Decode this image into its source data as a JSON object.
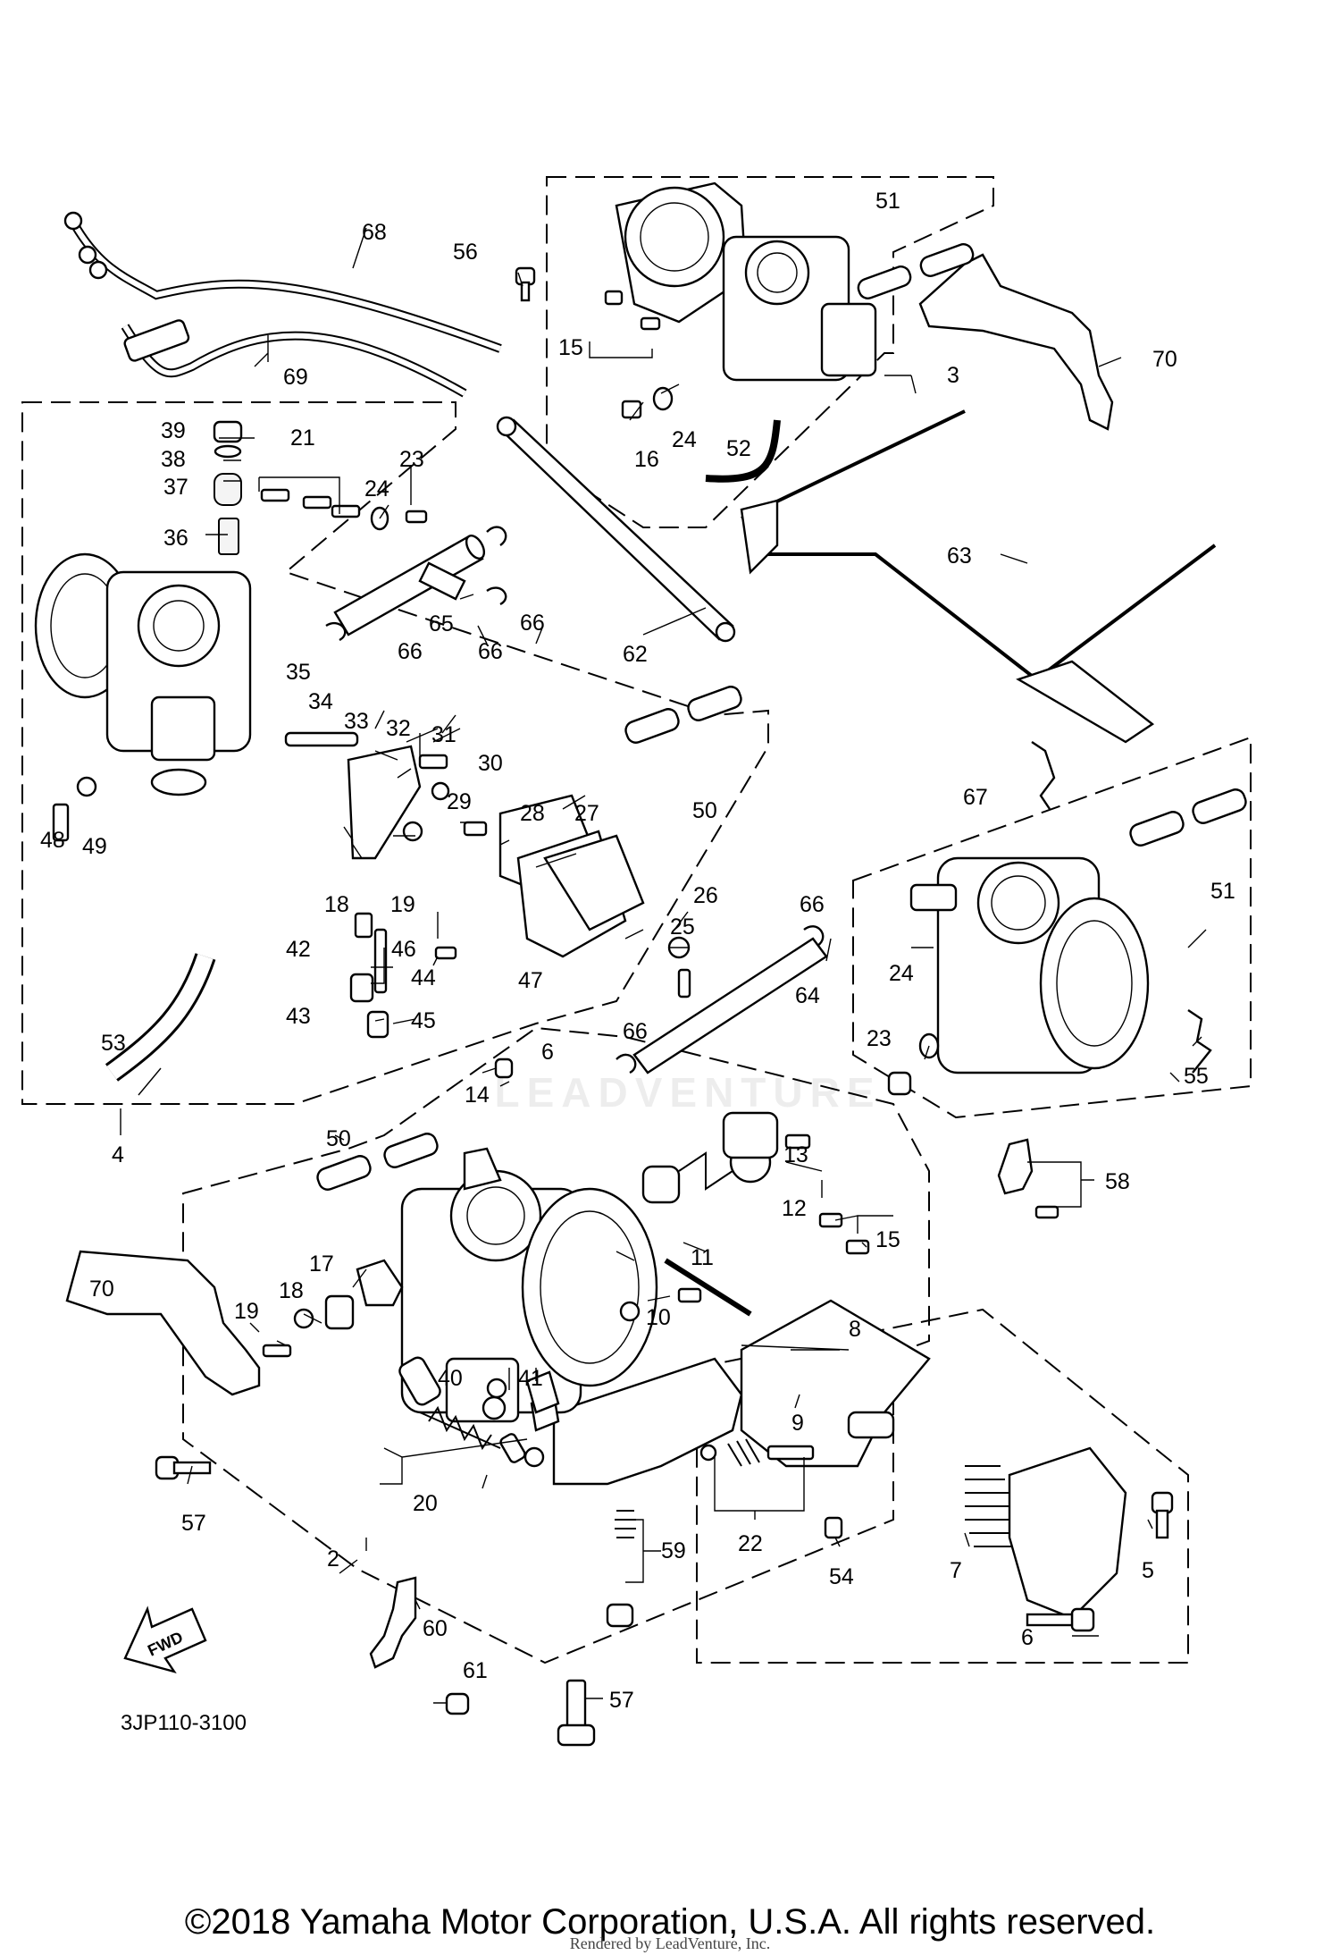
{
  "diagram_code": "3JP110-3100",
  "fwd_label": "FWD",
  "copyright": "©2018 Yamaha Motor Corporation, U.S.A. All rights reserved.",
  "rendered_by": "Rendered by LeadVenture, Inc.",
  "watermark": "LEADVENTURE",
  "callouts": [
    {
      "id": "c1",
      "text": "2"
    },
    {
      "id": "c2",
      "text": "3"
    },
    {
      "id": "c3",
      "text": "4"
    },
    {
      "id": "c4",
      "text": "5"
    },
    {
      "id": "c5",
      "text": "6"
    },
    {
      "id": "c6",
      "text": "6"
    },
    {
      "id": "c7",
      "text": "7"
    },
    {
      "id": "c8",
      "text": "8"
    },
    {
      "id": "c9",
      "text": "9"
    },
    {
      "id": "c10",
      "text": "10"
    },
    {
      "id": "c11",
      "text": "11"
    },
    {
      "id": "c12",
      "text": "12"
    },
    {
      "id": "c13",
      "text": "13"
    },
    {
      "id": "c14",
      "text": "14"
    },
    {
      "id": "c15",
      "text": "15"
    },
    {
      "id": "c16",
      "text": "15"
    },
    {
      "id": "c17",
      "text": "16"
    },
    {
      "id": "c18",
      "text": "17"
    },
    {
      "id": "c19",
      "text": "18"
    },
    {
      "id": "c20",
      "text": "18"
    },
    {
      "id": "c21",
      "text": "19"
    },
    {
      "id": "c22",
      "text": "19"
    },
    {
      "id": "c23",
      "text": "20"
    },
    {
      "id": "c24",
      "text": "21"
    },
    {
      "id": "c25",
      "text": "22"
    },
    {
      "id": "c26",
      "text": "23"
    },
    {
      "id": "c27",
      "text": "23"
    },
    {
      "id": "c28",
      "text": "24"
    },
    {
      "id": "c29",
      "text": "24"
    },
    {
      "id": "c30",
      "text": "24"
    },
    {
      "id": "c31",
      "text": "25"
    },
    {
      "id": "c32",
      "text": "26"
    },
    {
      "id": "c33",
      "text": "27"
    },
    {
      "id": "c34",
      "text": "28"
    },
    {
      "id": "c35",
      "text": "29"
    },
    {
      "id": "c36",
      "text": "30"
    },
    {
      "id": "c37",
      "text": "31"
    },
    {
      "id": "c38",
      "text": "32"
    },
    {
      "id": "c39",
      "text": "33"
    },
    {
      "id": "c40",
      "text": "34"
    },
    {
      "id": "c41",
      "text": "35"
    },
    {
      "id": "c42",
      "text": "36"
    },
    {
      "id": "c43",
      "text": "37"
    },
    {
      "id": "c44",
      "text": "38"
    },
    {
      "id": "c45",
      "text": "39"
    },
    {
      "id": "c46",
      "text": "40"
    },
    {
      "id": "c47",
      "text": "41"
    },
    {
      "id": "c48",
      "text": "42"
    },
    {
      "id": "c49",
      "text": "43"
    },
    {
      "id": "c50",
      "text": "44"
    },
    {
      "id": "c51",
      "text": "45"
    },
    {
      "id": "c52",
      "text": "46"
    },
    {
      "id": "c53",
      "text": "47"
    },
    {
      "id": "c54",
      "text": "48"
    },
    {
      "id": "c55",
      "text": "49"
    },
    {
      "id": "c56",
      "text": "50"
    },
    {
      "id": "c57",
      "text": "50"
    },
    {
      "id": "c58",
      "text": "51"
    },
    {
      "id": "c59",
      "text": "51"
    },
    {
      "id": "c60",
      "text": "52"
    },
    {
      "id": "c61",
      "text": "53"
    },
    {
      "id": "c62",
      "text": "54"
    },
    {
      "id": "c63",
      "text": "55"
    },
    {
      "id": "c64",
      "text": "56"
    },
    {
      "id": "c65",
      "text": "57"
    },
    {
      "id": "c66",
      "text": "57"
    },
    {
      "id": "c67",
      "text": "58"
    },
    {
      "id": "c68",
      "text": "59"
    },
    {
      "id": "c69",
      "text": "60"
    },
    {
      "id": "c70",
      "text": "61"
    },
    {
      "id": "c71",
      "text": "62"
    },
    {
      "id": "c72",
      "text": "63"
    },
    {
      "id": "c73",
      "text": "64"
    },
    {
      "id": "c74",
      "text": "65"
    },
    {
      "id": "c75",
      "text": "66"
    },
    {
      "id": "c76",
      "text": "66"
    },
    {
      "id": "c77",
      "text": "66"
    },
    {
      "id": "c78",
      "text": "66"
    },
    {
      "id": "c79",
      "text": "66"
    },
    {
      "id": "c80",
      "text": "67"
    },
    {
      "id": "c81",
      "text": "68"
    },
    {
      "id": "c82",
      "text": "69"
    },
    {
      "id": "c83",
      "text": "70"
    },
    {
      "id": "c84",
      "text": "70"
    }
  ]
}
